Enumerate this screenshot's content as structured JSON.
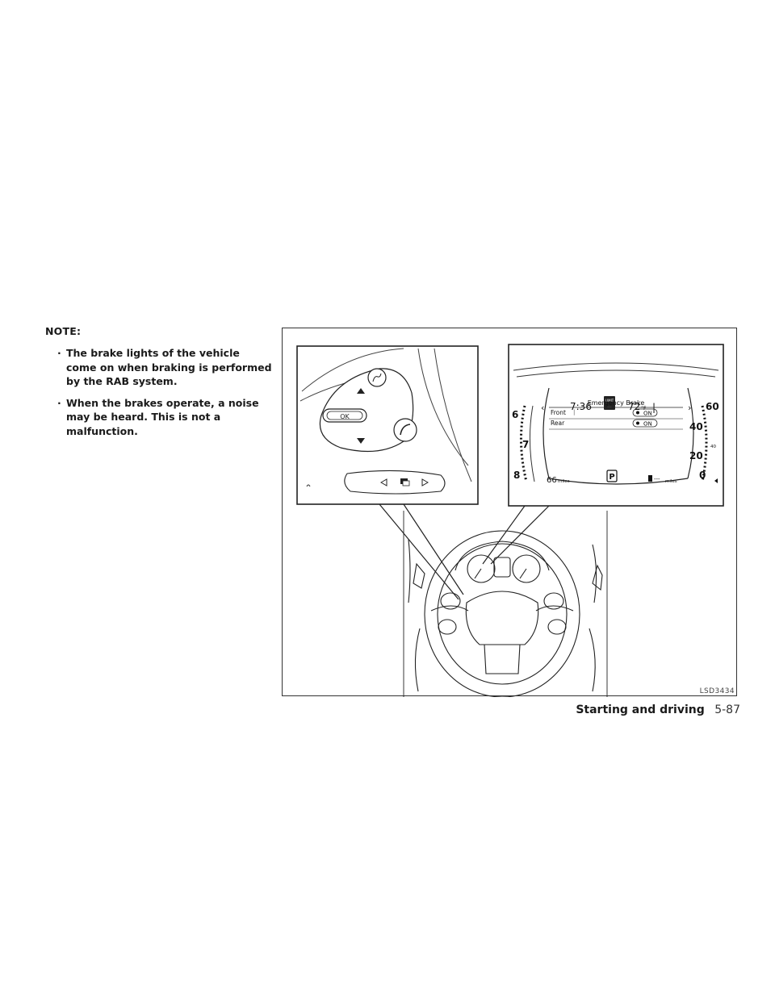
{
  "note": {
    "heading": "NOTE:",
    "bullet_mark": "·",
    "bullets": [
      "The brake lights of the vehicle come on when braking is performed by the RAB system.",
      "When the brakes operate, a noise may be heard. This is not a malfunction."
    ]
  },
  "figure": {
    "id": "LSD3434",
    "switch_panel": {
      "ok_label": "OK"
    },
    "display": {
      "time": "7:36",
      "limit_label": "LIMIT",
      "limit_value": "---",
      "temperature": "72",
      "temperature_unit": "°F",
      "menu_title": "Emergency Brake",
      "rows": [
        {
          "label": "Front",
          "value": "ON"
        },
        {
          "label": "Rear",
          "value": "ON"
        }
      ],
      "range_value": "66",
      "range_unit": "miles",
      "gear": "P",
      "fuel_value": "---",
      "fuel_unit": "miles",
      "tach_numbers": [
        "6",
        "7",
        "8"
      ],
      "speed_numbers": [
        "60",
        "40",
        "20",
        "0"
      ],
      "fuel_marks": [
        "40"
      ]
    }
  },
  "footer": {
    "section_title": "Starting and driving",
    "page_number": "5-87"
  }
}
